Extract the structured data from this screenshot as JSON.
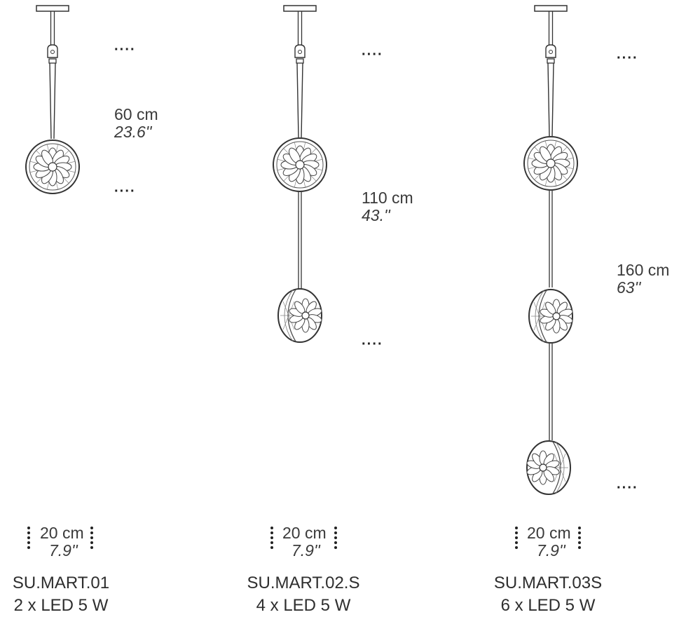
{
  "products": [
    {
      "code": "SU.MART.01",
      "power": "2 x LED 5 W",
      "height_cm": "60 cm",
      "height_in": "23.6''",
      "diam_cm": "20 cm",
      "diam_in": "7.9''",
      "spheres": 1
    },
    {
      "code": "SU.MART.02.S",
      "power": "4 x LED 5 W",
      "height_cm": "110 cm",
      "height_in": "43.''",
      "diam_cm": "20 cm",
      "diam_in": "7.9''",
      "spheres": 2
    },
    {
      "code": "SU.MART.03S",
      "power": "6 x LED 5 W",
      "height_cm": "160 cm",
      "height_in": "63''",
      "diam_cm": "20 cm",
      "diam_in": "7.9''",
      "spheres": 3
    }
  ],
  "dim_marker": "····",
  "colors": {
    "line": "#333333",
    "text": "#3a3a3a"
  }
}
